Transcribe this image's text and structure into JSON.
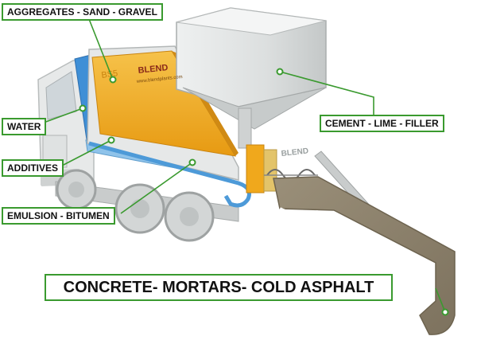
{
  "labels": {
    "aggregates": "AGGREGATES - SAND - GRAVEL",
    "water": "WATER",
    "additives": "ADDITIVES",
    "emulsion": "EMULSION - BITUMEN",
    "cement": "CEMENT - LIME - FILLER",
    "output": "CONCRETE- MORTARS- COLD ASPHALT"
  },
  "truck": {
    "brand": "BLEND",
    "model": "BS5",
    "website": "www.blendplants.com",
    "hopper_brand": "BLEND"
  },
  "colors": {
    "callout_green": "#3a9a2f",
    "aggregate_orange": "#f0a81c",
    "water_blue": "#3f8fd6",
    "additive_blue": "#8fc3ea",
    "truck_grey": "#d9dcdc",
    "chute_brown": "#8a7f6a"
  }
}
